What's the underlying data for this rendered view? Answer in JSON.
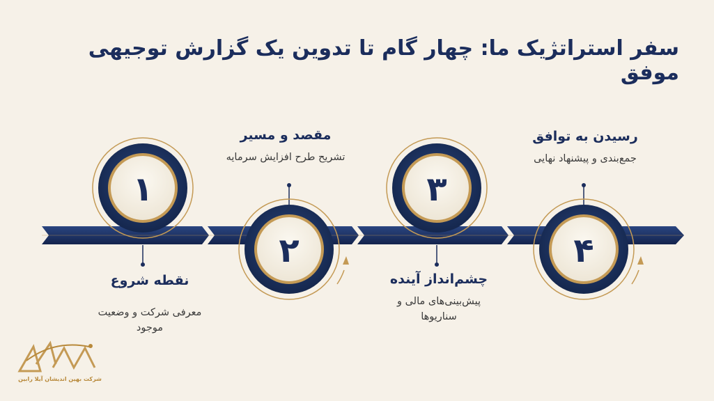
{
  "title": "سفر استراتژیک ما: چهار گام تا تدوین یک گزارش توجیهی موفق",
  "steps": [
    {
      "number": "۱",
      "heading": "نقطه شروع",
      "desc_line1": "معرفی شرکت و وضعیت",
      "desc_line2": "موجود"
    },
    {
      "number": "۲",
      "heading": "مقصد و مسیر",
      "desc_line1": "تشریح طرح افزایش سرمایه",
      "desc_line2": ""
    },
    {
      "number": "۳",
      "heading": "چشم‌انداز آینده",
      "desc_line1": "پیش‌بینی‌های مالی و",
      "desc_line2": "سناریوها"
    },
    {
      "number": "۴",
      "heading": "رسیدن به توافق",
      "desc_line1": "جمع‌بندی و پیشنهاد نهایی",
      "desc_line2": ""
    }
  ],
  "logo": {
    "tagline": "شرکت بهین اندیشان آیلا رابین"
  },
  "colors": {
    "navy": "#1b2d5c",
    "gold": "#c49a55",
    "background": "#f6f1e8"
  }
}
